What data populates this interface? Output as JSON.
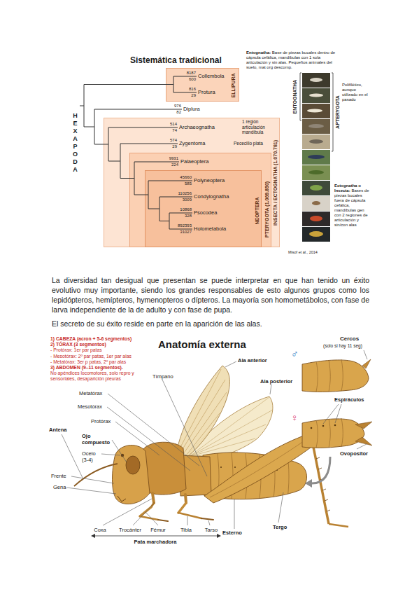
{
  "diagram": {
    "title": "Sistemática tradicional",
    "nodes": [
      {
        "text": [
          "ELLIPURA"
        ]
      },
      {
        "text": [
          "INSECTA / ECTOGNATHA (1.070.781)"
        ]
      },
      {
        "text": [
          "PTERYGOTA (1.069.850)"
        ],
        "in": 1
      },
      {
        "text": [
          "NEOPTERA"
        ],
        "in": 2
      }
    ],
    "labels": [
      "Entognatha:",
      "Base de piezas bucales dentro de cápsula cefálica, mandíbulas con 1 sola articulación y sin alas.",
      "Pequeños animales del suelo, mat org descomp.",
      "HEXAPODA",
      "Collembola",
      "8187",
      "600",
      "Protura",
      "816",
      "29",
      "Diplura",
      "976",
      "82",
      "Archaeognatha",
      "514",
      "74",
      "1 región articulación mandíbula",
      "Zygentoma",
      "574",
      "29",
      "Pececillo plata",
      "Palaeoptera",
      "9931",
      "224",
      "Polyneoptera",
      "45660",
      "585",
      "Condylognatha",
      "110256",
      "3009",
      "Psocodea",
      "10868",
      "328",
      "Holometabola",
      "892393",
      "31027",
      "ENTOGNATHA",
      "APTERYGOTA",
      "Polifilético, aunque utilizado en el pasado",
      "Ectognatha o Insecta:",
      "Bases de piezas bucales fuera de cápsula cefálica, mandíbulas gen con 2 regiones de articulación y sin/con alas",
      "Misof et al., 2014",
      "La diversidad tan desigual que presentan se puede interpretar en que han tenido un éxito evolutivo muy importante, siendo los grandes responsables de esto algunos grupos como los lepidópteros, hemípteros, hymenopteros o dípteros. La mayoría son homometábolos, con fase de larva independiente de la de adulto y con fase de pupa.",
      "El secreto de su éxito reside en parte en la aparición de las alas.",
      "1) CABEZA (acron + 5-6 segmentos)",
      "2) TÓRAX (3 segmentos)",
      "- Protórax: 1er par patas",
      "- Mesotórax: 2º par patas, 1er par alas",
      "- Metatórax: 3er p patas, 2º par alas",
      "3) ABDOMEN (9–11 segmentos).",
      "No apéndices locomotores, solo repro y sensoriales, desaparición pleuras",
      "Anatomía externa",
      "Tímpano",
      "Metatórax",
      "Mesotórax",
      "Protórax",
      "Antena",
      "Ojo compuesto",
      "Ocelo (3-4)",
      "Frente",
      "Gena",
      "Ala anterior",
      "Ala posterior",
      "♂",
      "Cercos",
      "(solo si hay 11 seg)",
      "Espiráculos",
      "♀",
      "Ovopositor",
      "Coxa",
      "Trocánter",
      "Fémur",
      "Tibia",
      "Tarso",
      "Esterno",
      "Tergo",
      "Pata marchadora"
    ]
  }
}
